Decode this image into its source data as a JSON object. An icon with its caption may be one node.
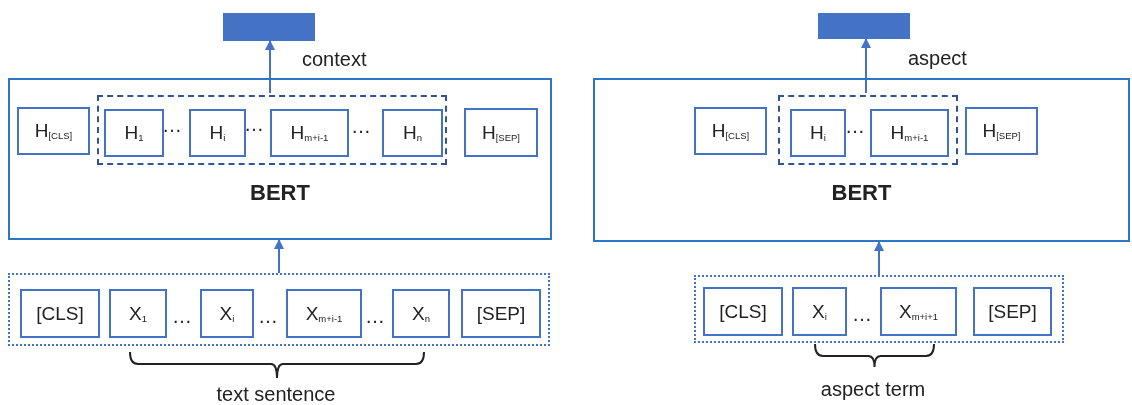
{
  "diagram": {
    "nodes": [
      {
        "text": [],
        "shape": "box"
      },
      {
        "text": [
          "BERT"
        ]
      },
      {
        "text": [
          "H$_{[CLS]}$"
        ],
        "in": 1
      },
      {
        "text": [],
        "shape": "box",
        "in": 1
      },
      {
        "text": [
          "H$_{1}$"
        ],
        "in": 3
      },
      {
        "text": [
          "H$_{i}$"
        ],
        "in": 3
      },
      {
        "text": [
          "H$_{m+i-1}$"
        ],
        "in": 3
      },
      {
        "text": [
          "H$_{n}$"
        ],
        "in": 3
      },
      {
        "text": [
          "H$_{[SEP]}$"
        ],
        "in": 1
      },
      {
        "text": [],
        "shape": "box"
      },
      {
        "text": [
          "[CLS]"
        ],
        "in": 9
      },
      {
        "text": [
          "X$_{1}$"
        ],
        "in": 9
      },
      {
        "text": [
          "X$_{i}$"
        ],
        "in": 9
      },
      {
        "text": [
          "X$_{m+i-1}$"
        ],
        "in": 9
      },
      {
        "text": [
          "X$_{n}$"
        ],
        "in": 9
      },
      {
        "text": [
          "[SEP]"
        ],
        "in": 9
      },
      {
        "text": [],
        "shape": "box"
      },
      {
        "text": [
          "BERT"
        ]
      },
      {
        "text": [
          "H$_{[CLS]}$"
        ],
        "in": 17
      },
      {
        "text": [],
        "shape": "box",
        "in": 17
      },
      {
        "text": [
          "H$_{i}$"
        ],
        "in": 19
      },
      {
        "text": [
          "H$_{m+i-1}$"
        ],
        "in": 19
      },
      {
        "text": [
          "H$_{[SEP]}$"
        ],
        "in": 17
      },
      {
        "text": [],
        "shape": "box"
      },
      {
        "text": [
          "[CLS]"
        ],
        "in": 23
      },
      {
        "text": [
          "X$_{i}$"
        ],
        "in": 23
      },
      {
        "text": [
          "X$_{m+i+1}$"
        ],
        "in": 23
      },
      {
        "text": [
          "[SEP]"
        ],
        "in": 23
      }
    ],
    "edges": [
      {
        "from": 3,
        "to": 0,
        "arrow": "to",
        "label": "context"
      },
      {
        "from": 9,
        "to": 1,
        "arrow": "to"
      },
      {
        "from": 19,
        "to": 16,
        "arrow": "to",
        "label": "aspect"
      },
      {
        "from": 23,
        "to": 17,
        "arrow": "to"
      }
    ],
    "labels": [
      "…",
      "…",
      "…",
      "…",
      "…",
      "…",
      "text sentence",
      "…",
      "…",
      "aspect term"
    ]
  }
}
